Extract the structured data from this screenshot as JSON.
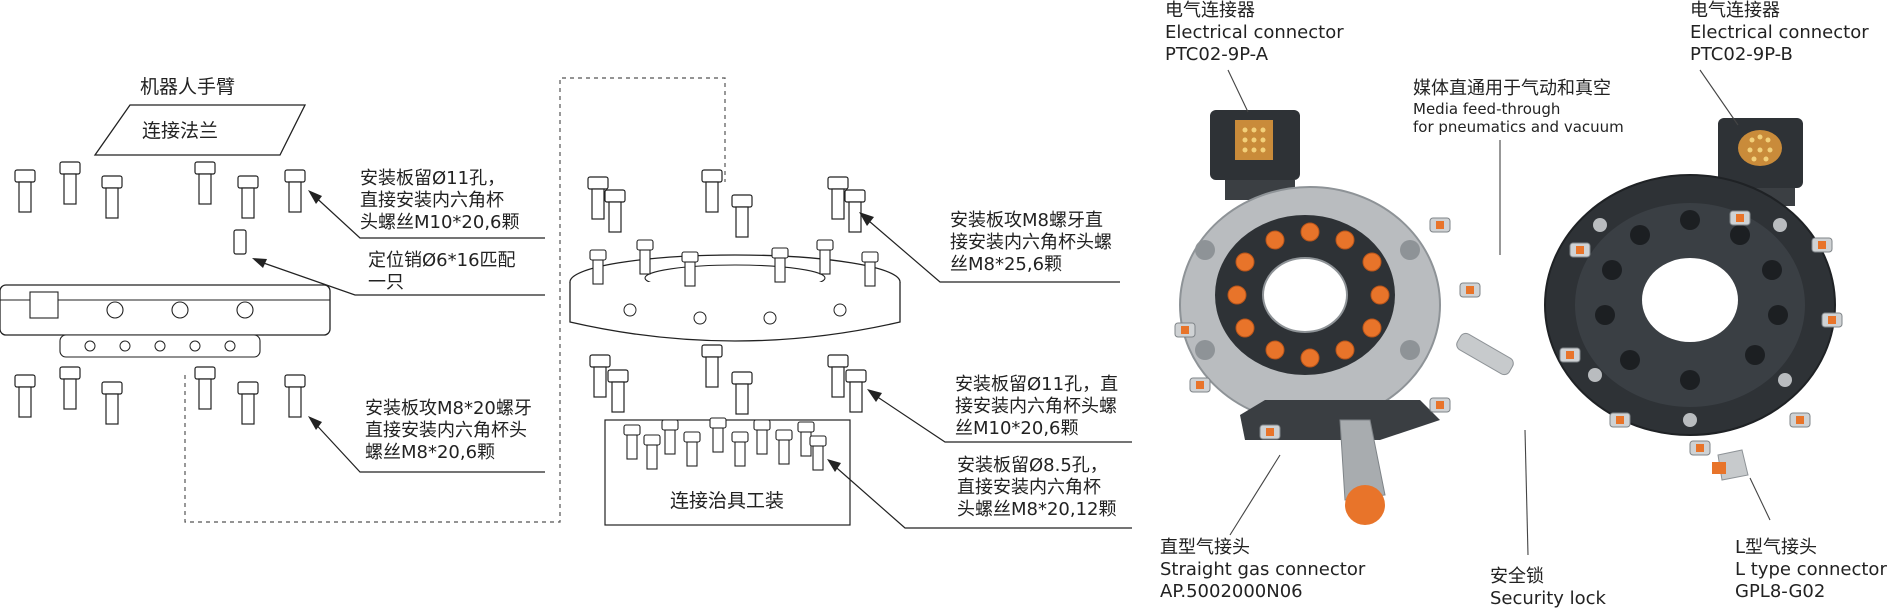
{
  "left_diagram": {
    "robot_arm": "机器人手臂",
    "flange": "连接法兰",
    "note_top": [
      "安装板留Ø11孔，",
      "直接安装内六角杯",
      "头螺丝M10*20,6颗"
    ],
    "note_pin": [
      "定位销Ø6*16匹配",
      "一只"
    ],
    "note_bottom": [
      "安装板攻M8*20螺牙",
      "直接安装内六角杯头",
      "螺丝M8*20,6颗"
    ]
  },
  "middle_diagram": {
    "note_top": [
      "安装板攻M8螺牙直",
      "接安装内六角杯头螺",
      "丝M8*25,6颗"
    ],
    "note_mid": [
      "安装板留Ø11孔，直",
      "接安装内六角杯头螺",
      "丝M10*20,6颗"
    ],
    "note_bottom": [
      "安装板留Ø8.5孔，",
      "直接安装内六角杯",
      "头螺丝M8*20,12颗"
    ],
    "fixture": "连接治具工装"
  },
  "photo_labels": {
    "connector_a": [
      "电气连接器",
      "Electrical connector",
      "PTC02-9P-A"
    ],
    "connector_b": [
      "电气连接器",
      "Electrical connector",
      "PTC02-9P-B"
    ],
    "media": [
      "媒体直通用于气动和真空",
      "Media feed-through",
      "for pneumatics and vacuum"
    ],
    "straight": [
      "直型气接头",
      "Straight gas connector",
      "AP.5002000N06"
    ],
    "security": [
      "安全锁",
      "Security lock"
    ],
    "ltype": [
      "L型气接头",
      "L type connector",
      "GPL8-G02"
    ]
  },
  "colors": {
    "line": "#222222",
    "metal": "#b9bcbf",
    "dark_plate": "#2e3236",
    "orange": "#e8742a"
  }
}
